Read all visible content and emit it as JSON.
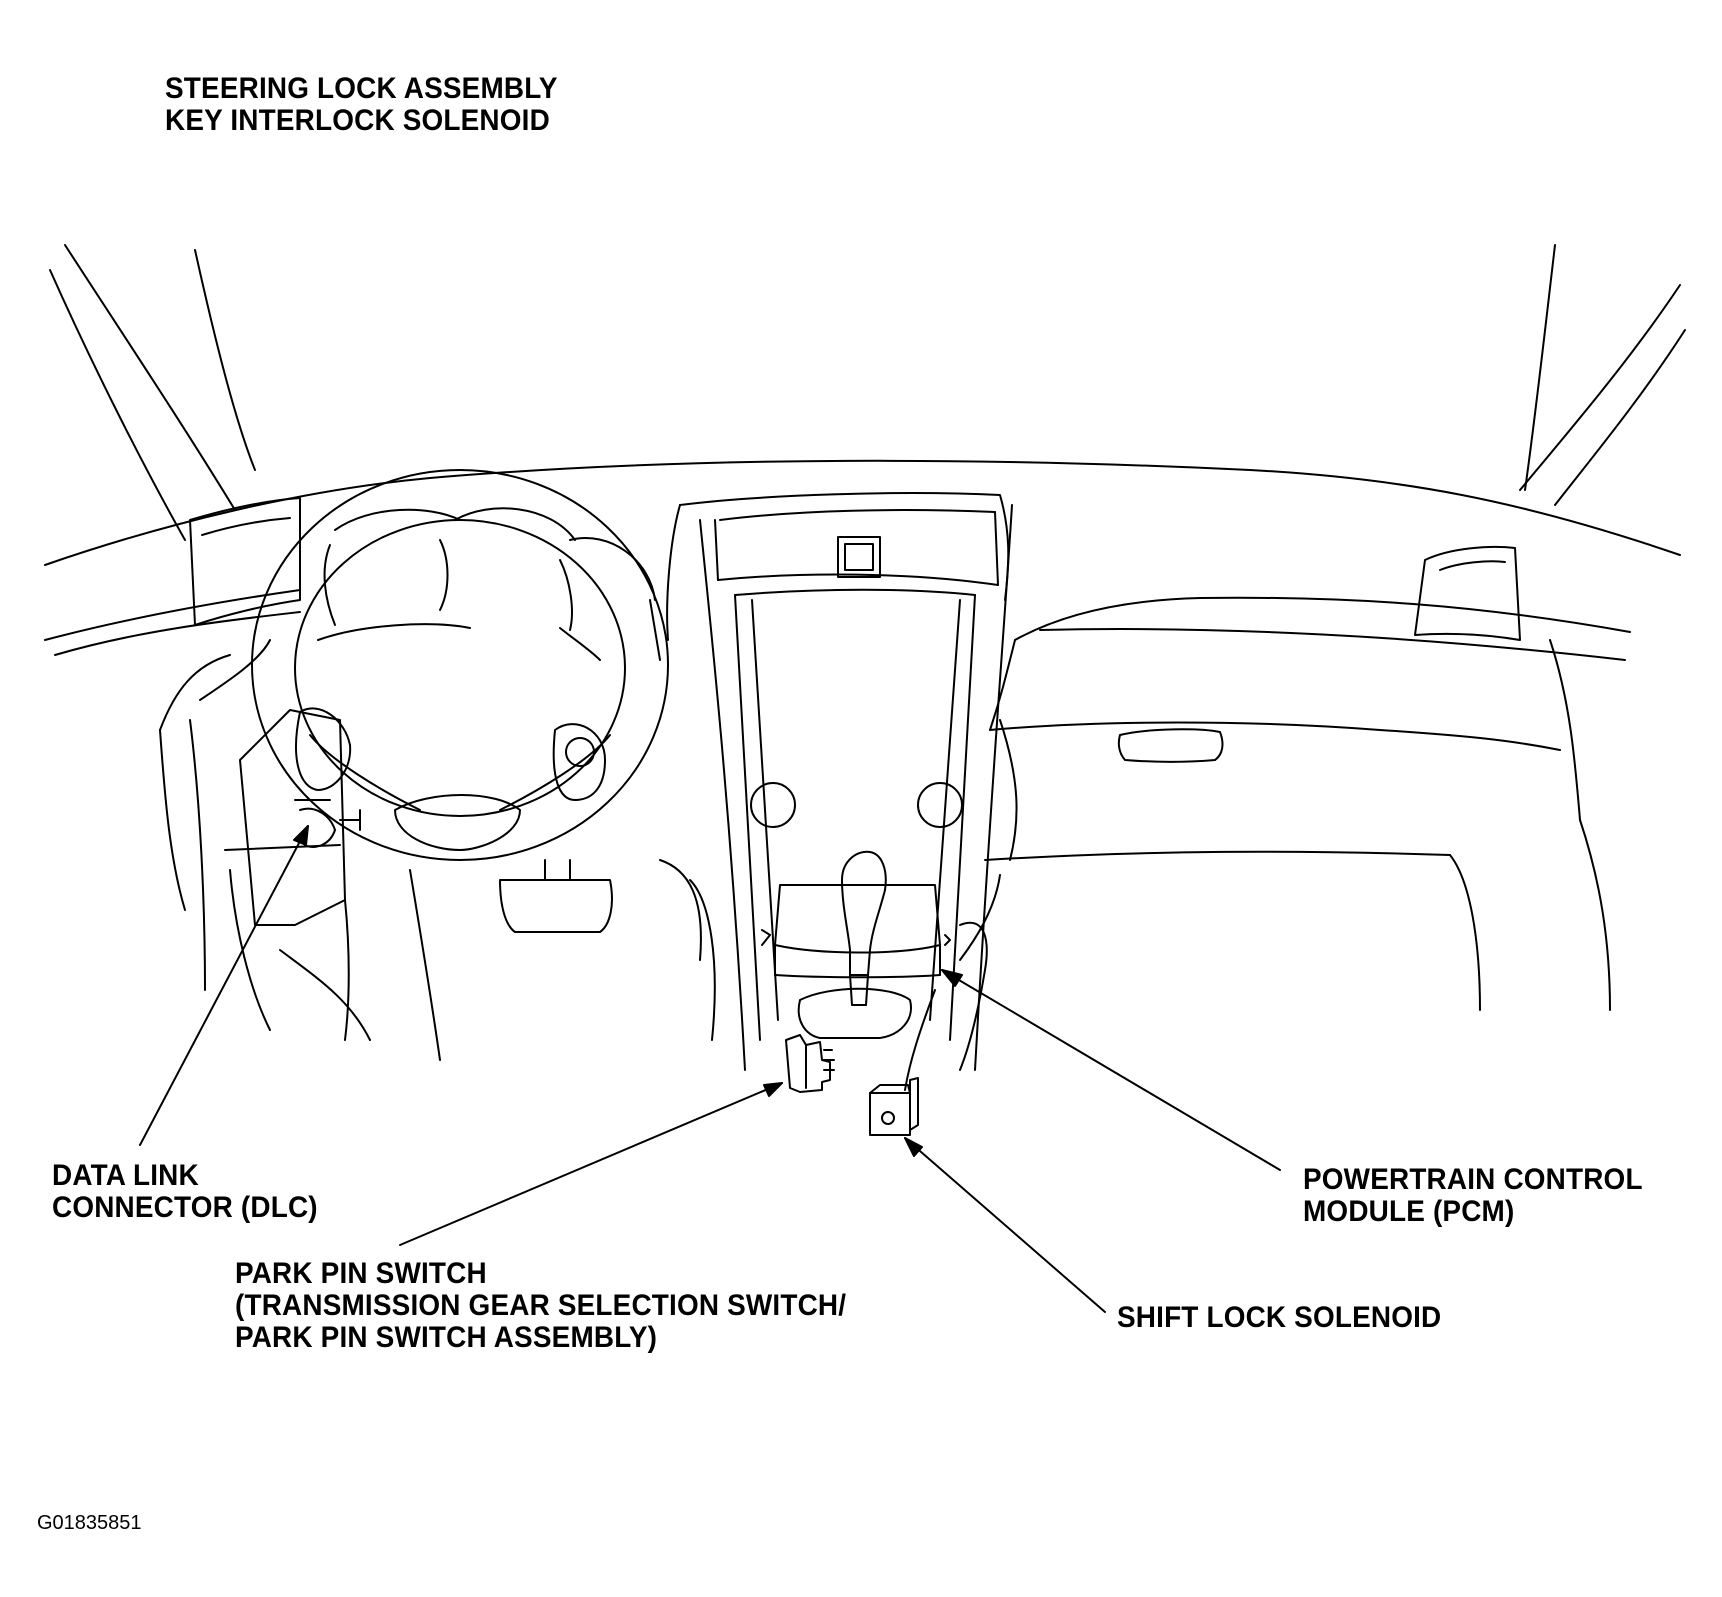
{
  "callouts": {
    "steering_lock": {
      "line1": "STEERING LOCK ASSEMBLY",
      "line2": "KEY INTERLOCK SOLENOID"
    },
    "dlc": {
      "line1": "DATA LINK",
      "line2": "CONNECTOR (DLC)"
    },
    "park_pin": {
      "line1": "PARK PIN SWITCH",
      "line2": "(TRANSMISSION GEAR SELECTION SWITCH/",
      "line3": "PARK PIN SWITCH ASSEMBLY)"
    },
    "pcm": {
      "line1": "POWERTRAIN CONTROL",
      "line2": "MODULE (PCM)"
    },
    "shift_lock": {
      "line1": "SHIFT LOCK SOLENOID"
    }
  },
  "figure_id": "G01835851",
  "colors": {
    "ink": "#000000",
    "paper": "#ffffff"
  }
}
